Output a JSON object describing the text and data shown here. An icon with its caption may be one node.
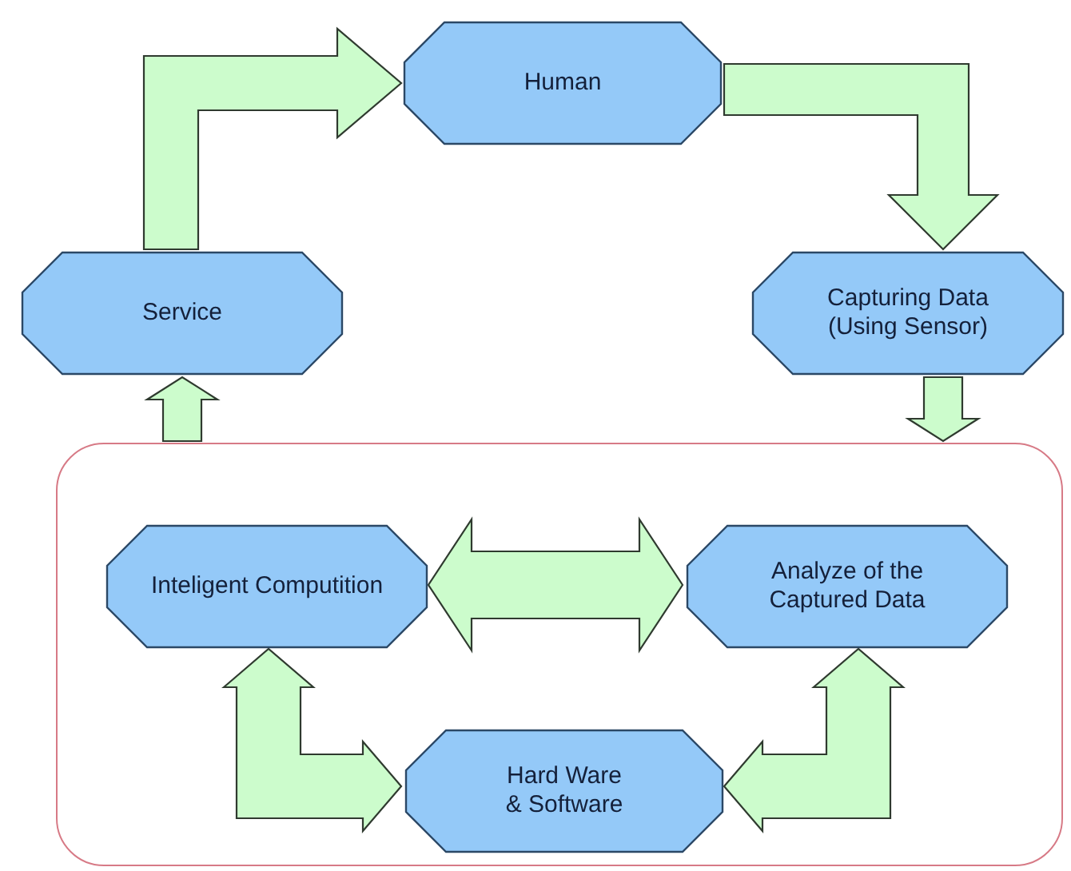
{
  "diagram": {
    "nodes": [
      {
        "text": [
          "Human"
        ]
      },
      {
        "text": [
          "Capturing Data (Using Sensor)"
        ]
      },
      {
        "text": [
          "Service"
        ]
      },
      {
        "text": [],
        "shape": "box"
      },
      {
        "text": [
          "Inteligent Computition"
        ],
        "in": 3
      },
      {
        "text": [
          "Analyze of the Captured Data"
        ],
        "in": 3
      },
      {
        "text": [
          "Hard Ware & Software"
        ],
        "in": 3
      }
    ],
    "edges": [
      {
        "from": 2,
        "to": 0,
        "arrow": "to"
      },
      {
        "from": 0,
        "to": 1,
        "arrow": "to"
      },
      {
        "from": 1,
        "to": 3,
        "arrow": "to"
      },
      {
        "from": 3,
        "to": 2,
        "arrow": "to"
      },
      {
        "from": 4,
        "to": 5,
        "arrow": "both"
      },
      {
        "from": 4,
        "to": 6,
        "arrow": "both"
      },
      {
        "from": 6,
        "to": 5,
        "arrow": "both"
      }
    ]
  }
}
